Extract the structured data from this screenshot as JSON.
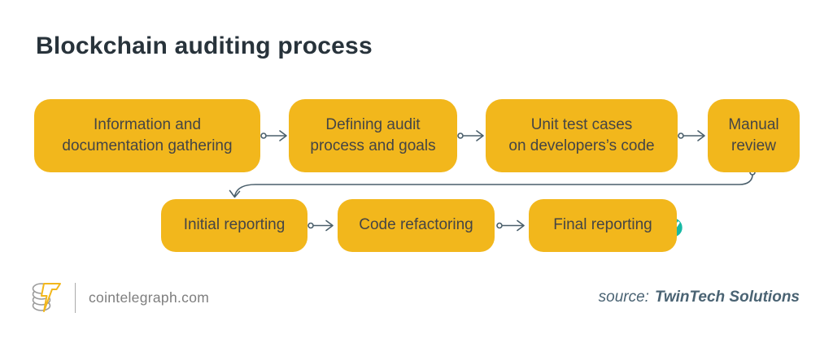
{
  "title": "Blockchain auditing process",
  "diagram": {
    "row1": [
      {
        "label": "Information and\ndocumentation gathering"
      },
      {
        "label": "Defining audit\nprocess and goals"
      },
      {
        "label": "Unit test cases\non developers’s code"
      },
      {
        "label": "Manual\nreview"
      }
    ],
    "row2": [
      {
        "label": "Initial reporting"
      },
      {
        "label": "Code refactoring"
      },
      {
        "label": "Final reporting",
        "badge": "check-icon"
      }
    ],
    "flow_order": [
      "Information and documentation gathering",
      "Defining audit process and goals",
      "Unit test cases on developers’s code",
      "Manual review",
      "Initial reporting",
      "Code refactoring",
      "Final reporting"
    ]
  },
  "footer": {
    "site": "cointelegraph.com",
    "source_prefix": "source:",
    "source_name": "TwinTech Solutions"
  },
  "icons": {
    "logo": "cointelegraph-coin-stack-lightning-logo",
    "final_badge": "check-icon"
  },
  "colors": {
    "box_yellow": "#F2B71C",
    "box_text": "#454545",
    "title_text": "#28333B",
    "connector": "#4A5F6B",
    "check_teal": "#17B9A4",
    "footer_gray": "#7E7E7E",
    "source_slate": "#4A6373"
  }
}
